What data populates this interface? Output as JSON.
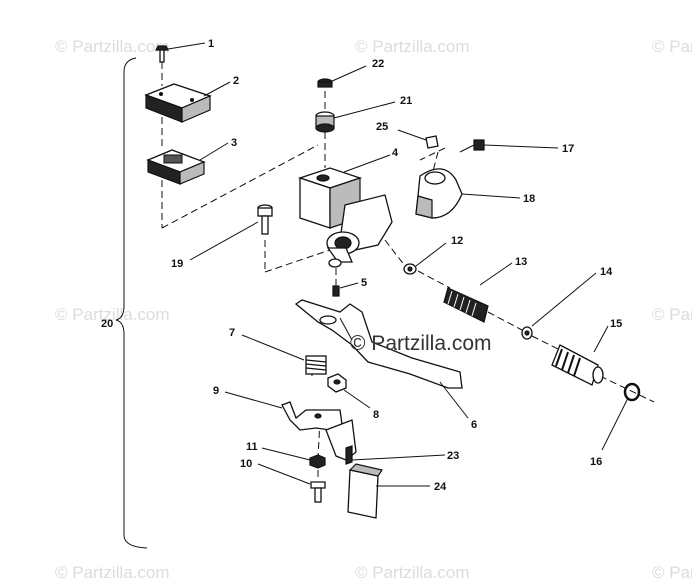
{
  "watermarks": {
    "main": "© Partzilla.com",
    "faded": "© Partzilla.com"
  },
  "callouts": {
    "c1": "1",
    "c2": "2",
    "c3": "3",
    "c4": "4",
    "c5": "5",
    "c6": "6",
    "c7": "7",
    "c8": "8",
    "c9": "9",
    "c10": "10",
    "c11": "11",
    "c12": "12",
    "c13": "13",
    "c14": "14",
    "c15": "15",
    "c16": "16",
    "c17": "17",
    "c18": "18",
    "c19": "19",
    "c20": "20",
    "c21": "21",
    "c22": "22",
    "c23": "23",
    "c24": "24",
    "c25": "25"
  }
}
